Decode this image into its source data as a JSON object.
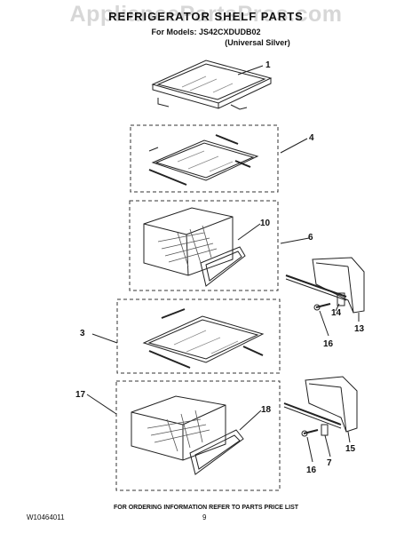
{
  "header": {
    "watermark": "AppliancePartsPros.com",
    "title": "REFRIGERATOR SHELF PARTS",
    "models_line": "For Models: JS42CXDUDB02",
    "variant_line": "(Universal Silver)"
  },
  "callouts": [
    "1",
    "4",
    "10",
    "6",
    "14",
    "13",
    "16",
    "3",
    "17",
    "18",
    "7",
    "15",
    "16"
  ],
  "footer": {
    "doc_number": "W10464011",
    "ordering_note": "FOR ORDERING INFORMATION REFER TO PARTS PRICE LIST",
    "page_number": "9"
  },
  "colors": {
    "line": "#222222",
    "dash": "#333333",
    "glass": "#888888"
  }
}
